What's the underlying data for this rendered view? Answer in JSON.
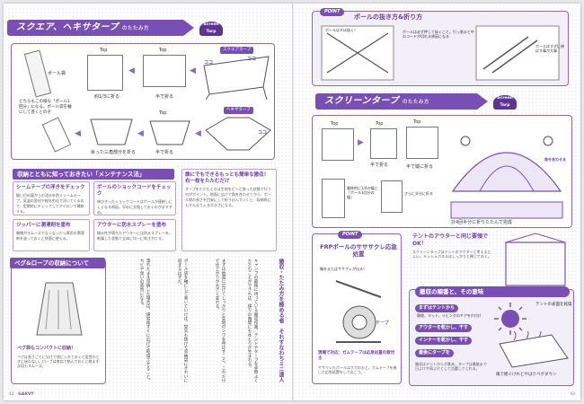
{
  "left": {
    "banner": {
      "title": "スクエア、ヘキサタープ",
      "sub": "のたたみ方"
    },
    "badge": "Screen\nTarp",
    "fold": {
      "top_labels": [
        "Top",
        "Top",
        "Top"
      ],
      "square_tag": "スクエアタープ",
      "hexa_tag": "ヘキサタープ",
      "koko": [
        "ココ",
        "ココ",
        "ココ"
      ],
      "pole_bag": "ポール袋",
      "note": "どちらもこの様な「ポール1回分」になる。ポール袋を軸にして巻くとのぞ",
      "steps": [
        "約1/3に折る",
        "半で折る",
        "半で折る",
        "余った三角部分を折る",
        "半で折る"
      ]
    },
    "maint": {
      "header": "収納とともに知っておきたい「メンテナンス法」",
      "items": [
        {
          "title": "シームテープの浮きをチェック",
          "body": "縫い目の裏からの浸水を防ぐシームテープ。気温の変化や経年劣化で浮いてくるので、定期的にチェックしてアイロンで補修する。"
        },
        {
          "title": "ポールのショックコードをチェック",
          "body": "伸びきったショックコードはポールが連結しにくくなる原因。早めに交換しておくのがおすすめ。"
        },
        {
          "title": "ジッパーに潤滑剤を塗布",
          "body": "開閉がスムーズでなくなったら専用の潤滑剤を塗っておくと快適に使える。"
        },
        {
          "title": "アウターに防水スプレーを塗布",
          "body": "撥水性が落ちたアウターには防水スプレーを。乾燥した状態で全体に均一に吹きかける。"
        }
      ]
    },
    "side": {
      "title": "誰にでもできるもっとも簡単な撤収！　右一枚をたたむだけ",
      "body": "タープをたたむときは生地をピンと張った状態で行うのがポイント。地面に広げて角を合わせてから、ポール袋の長さを目安にして折り込んでいくと、収納袋にもすんなり入る大きさになる。"
    },
    "peg": {
      "header": "ペグ&ロープの収納について",
      "caption": "ペグ袋もコンパクトに収納！",
      "body": "ペグは長さごとに分けて袋に入れておくと設営のときに迷わない。ロープは束ねて結んでおくと絡まず次回もスムーズ。"
    },
    "article": {
      "heading": "撤収・たたみ方を極める者　それすなわちミニ達人",
      "paragraphs": [
        "キャンプの最後に待っている撤収作業。テントやタープを手際よくたたむことができれば、帰りの時間にもゆとりが生まれる。",
        "まずは地面に広げてしっかりと生地のシワを伸ばすこと。これだけで仕上がりが大きく変わる。",
        "ポール袋を軸にして巻いていけば、空気も抜けて収納袋にきれいに収まるはずだ。",
        "濡れたまま収納した場合は、帰宅後すぐに広げて乾燥させること。カビや臭いの原因になる。"
      ]
    },
    "page_no": "42",
    "magazine": "GARVY"
  },
  "right": {
    "point1": {
      "pill": "POINT",
      "title": "ポールの抜き方&折り方",
      "cap_left": "ポールはすぼ抜く！",
      "cap_note": "ポールは必ず押して抜くこと。引っ張ると中のコードが切れる原因になる",
      "cap_right": "ポールはすずに伸ばす事が大事"
    },
    "banner": {
      "title": "スクリーンタープ",
      "sub": "のたたみ方"
    },
    "badge": "Screen\nTarp",
    "screen_steps": {
      "top_labels": [
        "Top",
        "Top",
        "Top"
      ],
      "steps": [
        "半で折る",
        "半で縦に折る",
        "最終的に1/4の幅に「ポール1回分の幅」",
        "さらに半分に折る",
        "計4回半分に折りたたんで完成"
      ],
      "kakusu": "角を合わせる",
      "tentenote": "テントのアウターと同じ要領でOK！",
      "body": "スクリーンタープはテントのアウターと考えるとよい。メッシュパネルはしっかりと閉じておく。"
    },
    "point2": {
      "pill": "POINT",
      "title": "FRPポールのサササクレ応急処置",
      "small": "軸をまたはササクレが出る！",
      "tape": "テープ",
      "caption": "現場で対応：ガムテープは応急処置の救世主",
      "body": "ササクレたポールはケガのもと。ガムテープを巻いて応急処置をしておこう。"
    },
    "order": {
      "header": "撤収の順番と、その意味",
      "steps": [
        {
          "label": "まずはテントから",
          "desc": "寝袋、マット、リビングのギアを片付け"
        },
        {
          "label": "アウターを乾かし、干す",
          "desc": ""
        },
        {
          "label": "インナーを乾かし、干す",
          "desc": ""
        },
        {
          "label": "最後にタープを",
          "desc": ""
        }
      ],
      "bubble": "テントの表面を乾燥",
      "bottom": "風で揺ぐけれどやはりペグダウン",
      "body": "撤収はテントからが基本。タープは最後まで日よけや雨よけとして活躍してくれる。"
    },
    "page_no": "43"
  }
}
